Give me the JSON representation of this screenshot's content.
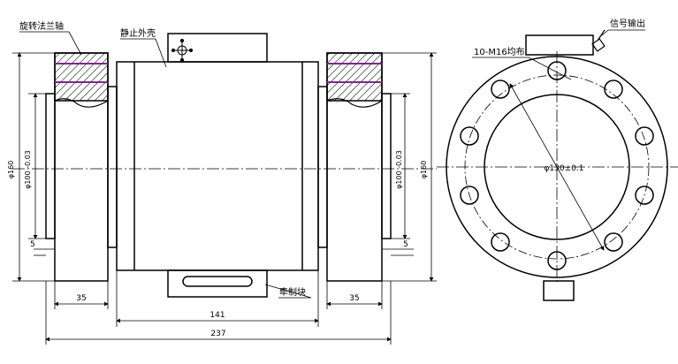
{
  "labels": {
    "rotating_flange": "旋转法兰轴",
    "static_housing": "静止外壳",
    "bolt_holes": "10-M16均布",
    "signal_output": "信号输出",
    "restraint_block": "牵制块"
  },
  "dimensions": {
    "left_outer_diameter": "φ160",
    "left_inner_diameter": "φ100 -0.03",
    "right_inner_diameter": "φ100 -0.03",
    "right_outer_diameter": "φ160",
    "bolt_circle": "φ130±0.1",
    "left_gap": "5",
    "right_gap": "5",
    "left_flange_width": "35",
    "right_flange_width": "35",
    "housing_length": "141",
    "overall_length": "237"
  }
}
